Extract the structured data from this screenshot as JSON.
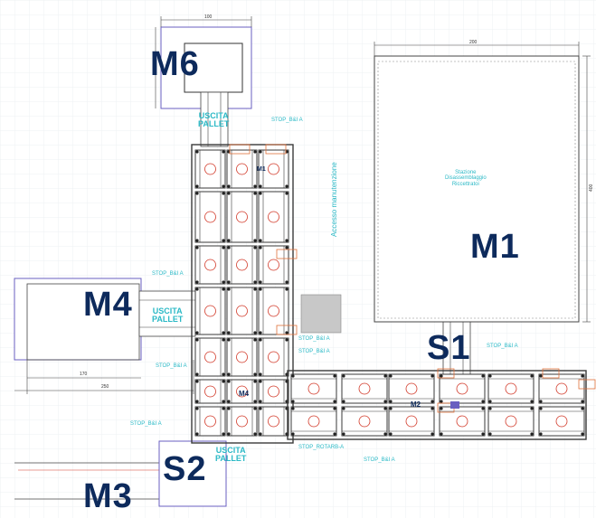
{
  "colors": {
    "machine_label": "#0d2a5c",
    "conveyor_line": "#3a3a3a",
    "note_cyan": "#2bb9c6",
    "frame_purple": "#6a5fc0",
    "accent_orange": "#e0703a",
    "accent_red": "#d23a2a",
    "grid": "#f1f2f4"
  },
  "machines": {
    "m1": "M1",
    "m3": "M3",
    "m4": "M4",
    "m6": "M6",
    "s1": "S1",
    "s2": "S2"
  },
  "notes": {
    "uscita_pallet_top": "USCITA\nPALLET",
    "uscita_pallet_mid": "USCITA\nPALLET",
    "uscita_pallet_bottom": "USCITA\nPALLET",
    "accesso_manutenzione": "Accesso manutenzione",
    "m1_center_text": "Stazione\nDisassemblaggio\nRiccettratoi",
    "stop_labels": [
      "STOP_B&I A",
      "STOP_B&I A",
      "STOP_B&I A",
      "STOP_B&I A",
      "STOP_B&I A",
      "STOP_B&I A",
      "STOP_B&I A",
      "STOP_B&I A",
      "STOP_ROTARB-A"
    ],
    "inner_m2": "M2",
    "inner_m4": "M4",
    "inner_m1": "M1"
  },
  "dimensions": {
    "m6_width": "100",
    "m1_width": "200",
    "m1_height": "400",
    "m4_inner": "170",
    "m4_outer": "250"
  }
}
